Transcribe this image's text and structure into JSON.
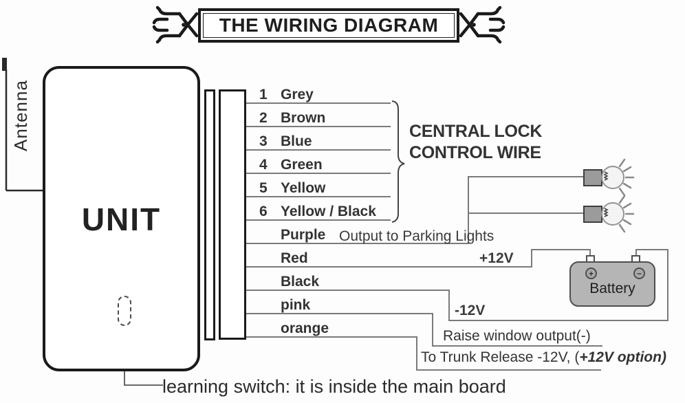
{
  "title": "THE WIRING DIAGRAM",
  "antenna": {
    "label": "Antenna"
  },
  "unit": {
    "label": "UNIT"
  },
  "connector_wires": [
    {
      "num": "1",
      "name": "Grey"
    },
    {
      "num": "2",
      "name": "Brown"
    },
    {
      "num": "3",
      "name": "Blue"
    },
    {
      "num": "4",
      "name": "Green"
    },
    {
      "num": "5",
      "name": "Yellow"
    },
    {
      "num": "6",
      "name": "Yellow / Black"
    }
  ],
  "central_lock": {
    "line1": "CENTRAL LOCK",
    "line2": "CONTROL WIRE"
  },
  "output_wires": {
    "purple": {
      "name": "Purple",
      "annotation": "Output to Parking Lights"
    },
    "red": {
      "name": "Red",
      "annotation": "+12V"
    },
    "black": {
      "name": "Black"
    },
    "pink": {
      "name": "pink",
      "annotation": "-12V"
    },
    "orange": {
      "name": "orange"
    }
  },
  "notes": {
    "raise_window": "Raise window output(-)",
    "trunk_release_prefix": "To Trunk Release -12V, (",
    "trunk_release_option": "+12V option)",
    "learning_switch": "learning switch: it is  inside the main board"
  },
  "battery": {
    "label": "Battery",
    "positive": "+",
    "negative": "−"
  },
  "colors": {
    "line_dark": "#1a1a1a",
    "wire_grey": "#7a7a7a",
    "battery_fill": "#b5b5b5"
  }
}
